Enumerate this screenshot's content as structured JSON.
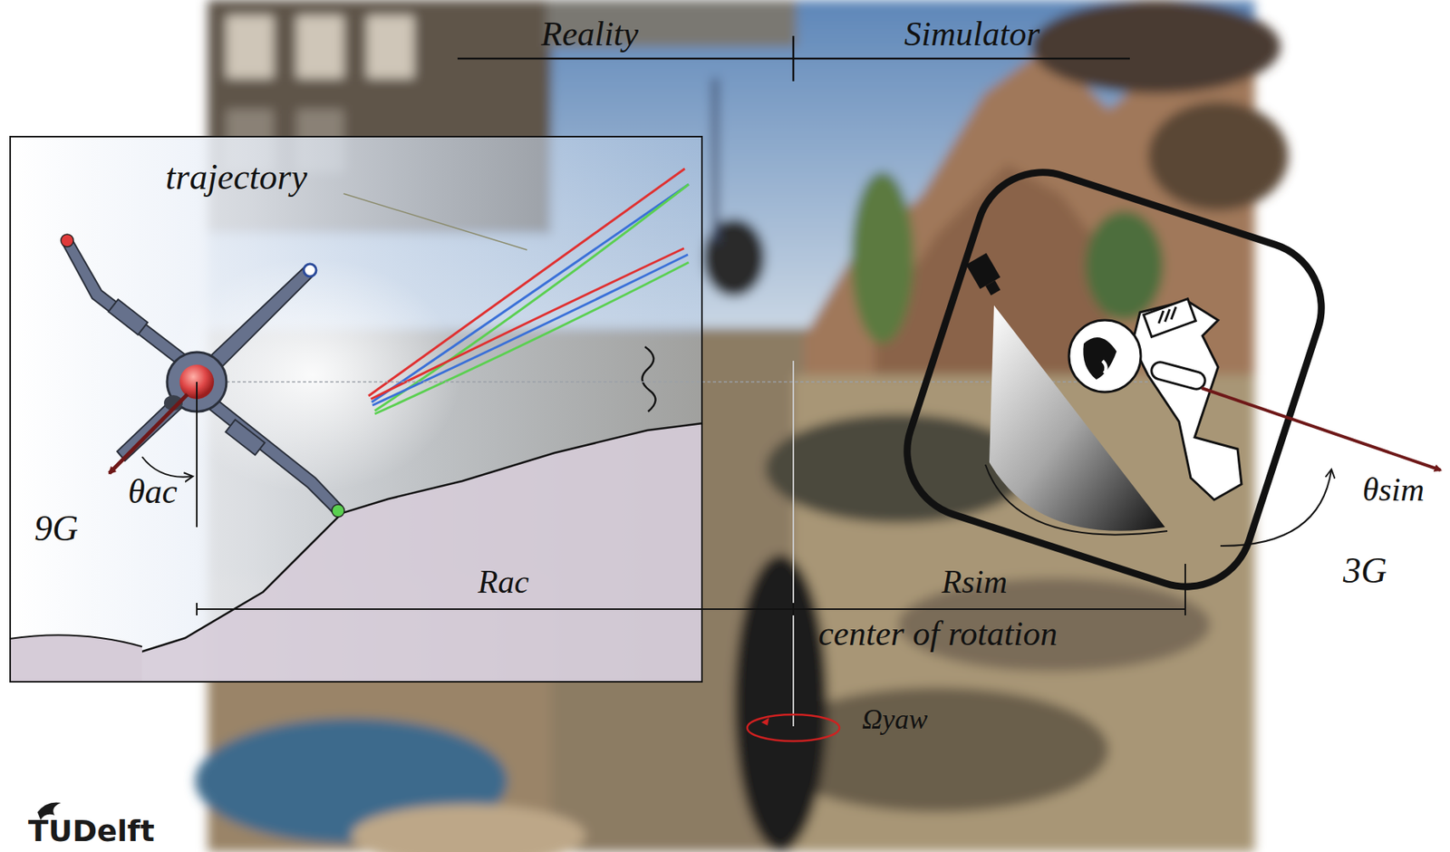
{
  "diagram": {
    "nodes": [
      {
        "text": [
          "trajectory",
          "θac",
          "9G"
        ]
      }
    ],
    "labels": [
      "Reality",
      "Simulator",
      "Rac",
      "Rsim",
      "center of rotation",
      "Ωyaw",
      "θsim",
      "3G",
      "TUDelft"
    ]
  }
}
